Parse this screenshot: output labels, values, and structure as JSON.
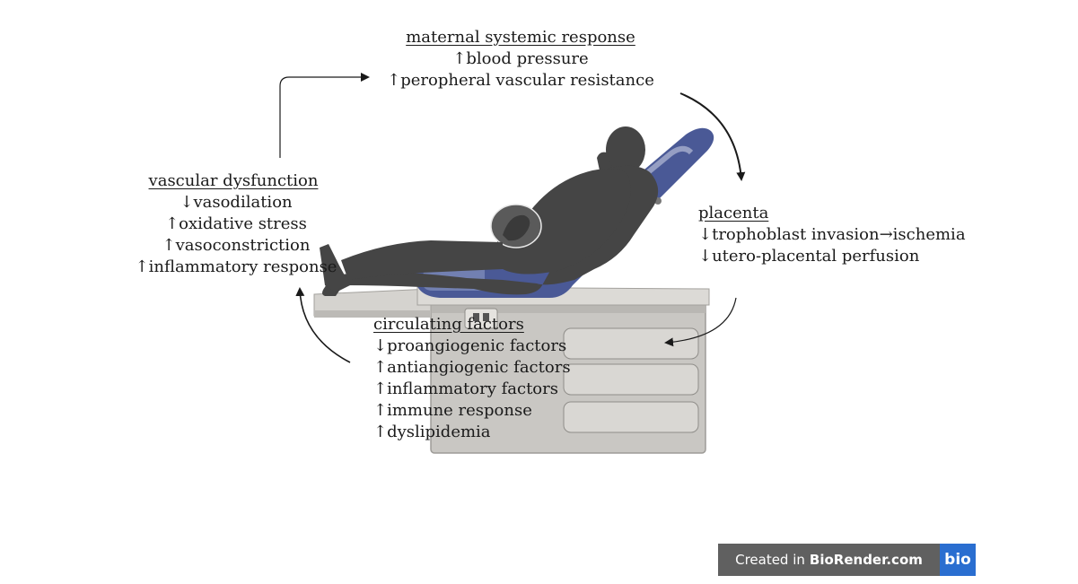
{
  "maternal": {
    "title": "maternal systemic response",
    "items": [
      "↑blood pressure",
      "↑peropheral vascular resistance"
    ]
  },
  "vascular": {
    "title": "vascular dysfunction",
    "items": [
      "↓vasodilation",
      "↑oxidative stress",
      "↑vasoconstriction",
      "↑inflammatory response"
    ]
  },
  "placenta": {
    "title": "placenta",
    "items": [
      "↓trophoblast invasion→ischemia",
      "↓utero-placental perfusion"
    ]
  },
  "circulating": {
    "title": "circulating factors",
    "items": [
      "↓proangiogenic factors",
      "↑antiangiogenic factors",
      "↑inflammatory factors",
      "↑immune response",
      "↑dyslipidemia"
    ]
  },
  "badge": {
    "prefix": "Created in",
    "brand": "BioRender.com",
    "logo": "bio"
  },
  "colors": {
    "chair_blue": "#4a5996",
    "table_gray": "#c9c7c3",
    "figure": "#454545",
    "badge_gray": "#606060",
    "badge_blue": "#2a6ed0"
  }
}
